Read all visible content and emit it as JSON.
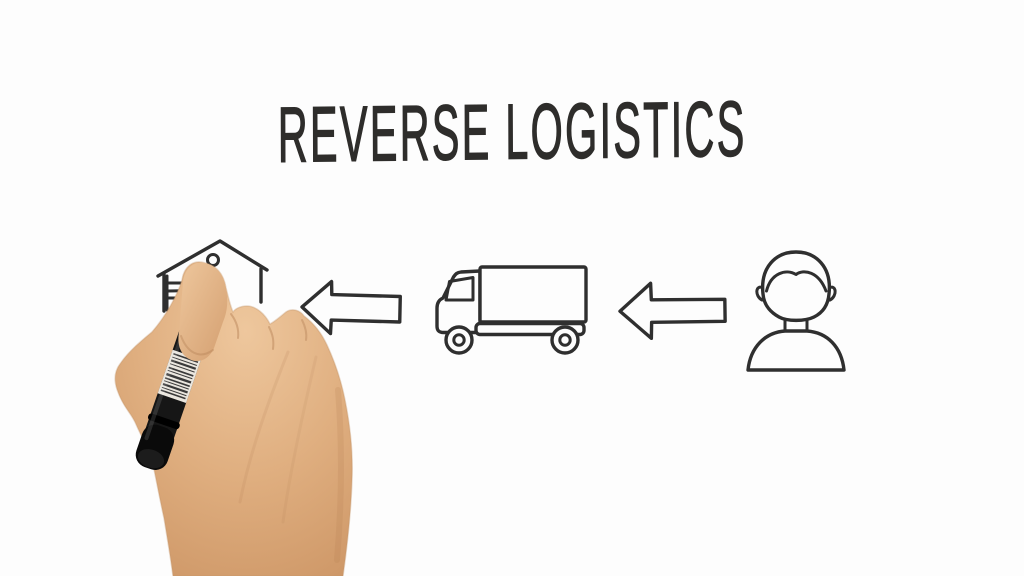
{
  "scene": {
    "kind": "whiteboard-sketch-frame",
    "background_color": "#fdfdfd",
    "ink_color": "#2f2f2f"
  },
  "title": {
    "text": "REVERSE LOGISTICS"
  },
  "flow": {
    "direction": "right-to-left",
    "items": [
      {
        "icon": "warehouse-icon",
        "meaning": "warehouse / return center"
      },
      {
        "icon": "arrow-left-icon",
        "meaning": "flow from truck to warehouse"
      },
      {
        "icon": "truck-icon",
        "meaning": "delivery truck"
      },
      {
        "icon": "arrow-left-icon",
        "meaning": "flow from customer to truck"
      },
      {
        "icon": "person-icon",
        "meaning": "customer"
      }
    ]
  },
  "hand": {
    "holding": "black marker pen with barcode label",
    "skin_color": "#dcab7c",
    "skin_highlight": "#eec79d",
    "skin_shadow": "#c08a5c",
    "marker_color": "#141414",
    "marker_label_color": "#eae6de"
  }
}
